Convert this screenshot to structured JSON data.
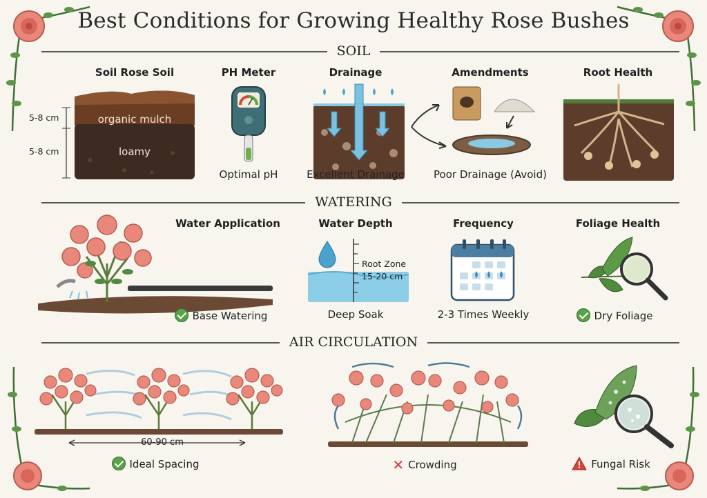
{
  "title": "Best Conditions for Growing Healthy Rose Bushes",
  "sections": {
    "soil": "SOIL",
    "watering": "WATERING",
    "air": "AIR CIRCULATION"
  },
  "soil": {
    "rose_soil": {
      "heading": "Soil Rose Soil",
      "top_layer": "organic mulch",
      "bottom_layer": "loamy",
      "top_depth": "5-8 cm",
      "bottom_depth": "5-8 cm"
    },
    "ph": {
      "heading": "PH Meter",
      "caption": "Optimal pH"
    },
    "drainage": {
      "heading": "Drainage",
      "caption": "Excellent Drainage"
    },
    "amendments": {
      "heading": "Amendments",
      "caption": "Poor Drainage (Avoid)"
    },
    "root": {
      "heading": "Root Health"
    }
  },
  "watering": {
    "application": {
      "heading": "Water Application",
      "caption": "Base Watering"
    },
    "depth": {
      "heading": "Water Depth",
      "zone_label": "Root Zone",
      "zone_value": "15-20 cm",
      "caption": "Deep Soak"
    },
    "frequency": {
      "heading": "Frequency",
      "caption": "2-3 Times Weekly"
    },
    "foliage": {
      "heading": "Foliage Health",
      "caption": "Dry Foliage"
    }
  },
  "air": {
    "spacing": {
      "distance": "60-90 cm",
      "caption": "Ideal Spacing"
    },
    "crowding": {
      "caption": "Crowding"
    },
    "fungal": {
      "caption": "Fungal Risk"
    }
  },
  "colors": {
    "rose": "#e9887a",
    "leaf": "#4f8a3e",
    "soil_dark": "#3d2b22",
    "mulch": "#6b3d22",
    "water": "#7cc1e0",
    "ok_green": "#5aa14a",
    "warn_red": "#d0393a"
  }
}
